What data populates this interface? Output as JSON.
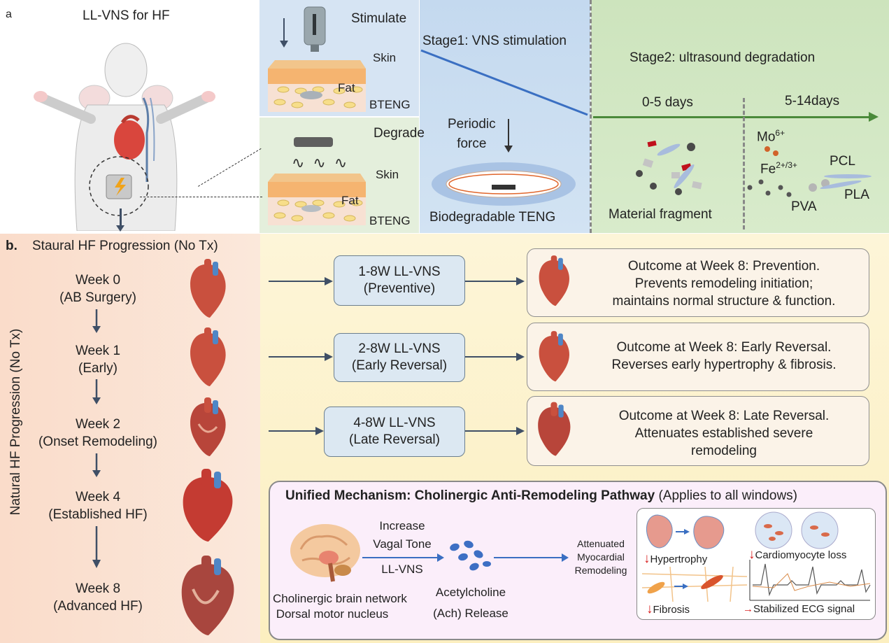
{
  "panel_a": {
    "label": "a",
    "title": "LL-VNS for HF",
    "stimulate": "Stimulate",
    "degrade": "Degrade",
    "skin": "Skin",
    "fat": "Fat",
    "bteng": "BTENG",
    "stage1": "Stage1: VNS stimulation",
    "periodic_force": "Periodic\nforce",
    "biodegradable_teng": "Biodegradable TENG",
    "stage2": "Stage2: ultrasound degradation",
    "days_0_5": "0-5 days",
    "days_5_14": "5-14days",
    "material_fragment": "Material fragment",
    "mo": "Mo",
    "mo_sup": "6+",
    "fe": "Fe",
    "fe_sup": "2+/3+",
    "pcl": "PCL",
    "pva": "PVA",
    "pla": "PLA"
  },
  "panel_b": {
    "label": "b.",
    "title": "Staural HF Progression (No Tx)",
    "vertical_label": "Natural HF Progression (No Tx)",
    "weeks": [
      {
        "line1": "Week 0",
        "line2": "(AB Surgery)"
      },
      {
        "line1": "Week 1",
        "line2": "(Early)"
      },
      {
        "line1": "Week 2",
        "line2": "(Onset Remodeling)"
      },
      {
        "line1": "Week 4",
        "line2": "(Established HF)"
      },
      {
        "line1": "Week 8",
        "line2": "(Advanced HF)"
      }
    ],
    "treatments": [
      {
        "line1": "1-8W LL-VNS",
        "line2": "(Preventive)"
      },
      {
        "line1": "2-8W LL-VNS",
        "line2": "(Early Reversal)"
      },
      {
        "line1": "4-8W LL-VNS",
        "line2": "(Late Reversal)"
      }
    ],
    "outcomes": [
      {
        "lines": [
          "Outcome at Week 8: Prevention.",
          "Prevents remodeling initiation;",
          "maintains normal structure & function."
        ]
      },
      {
        "lines": [
          "Outcome at Week 8: Early Reversal.",
          "Reverses early hypertrophy & fibrosis."
        ]
      },
      {
        "lines": [
          "Outcome at Week 8: Late Reversal.",
          "Attenuates established severe",
          "remodeling"
        ]
      }
    ],
    "mechanism": {
      "title_bold": "Unified Mechanism: Cholinergic Anti-Remodeling Pathway",
      "title_normal": " (Applies to all windows)",
      "increase": "Increase",
      "vagal_tone": "Vagal Tone",
      "ll_vns": "LL-VNS",
      "brain_line1": "Cholinergic brain network",
      "brain_line2": "Dorsal motor nucleus",
      "ach_line1": "Acetylcholine",
      "ach_line2": "(Ach) Release",
      "attenuated": [
        "Attenuated",
        "Myocardial",
        "Remodeling"
      ],
      "hypertrophy": "Hypertrophy",
      "cardiomyocyte_loss": "Cardiomyocyte loss",
      "fibrosis": "Fibrosis",
      "stabilized_ecg": "Stabilized ECG signal"
    }
  },
  "colors": {
    "stage1_bg": "#c9dcf0",
    "stage2_bg": "#cfe5c0",
    "panel_b_left": "#fbe3d4",
    "panel_b_right": "#fcf3cf",
    "arrow": "#3f4f66",
    "stage_line": "#3a6fc2",
    "timeline": "#4a8a3a"
  }
}
